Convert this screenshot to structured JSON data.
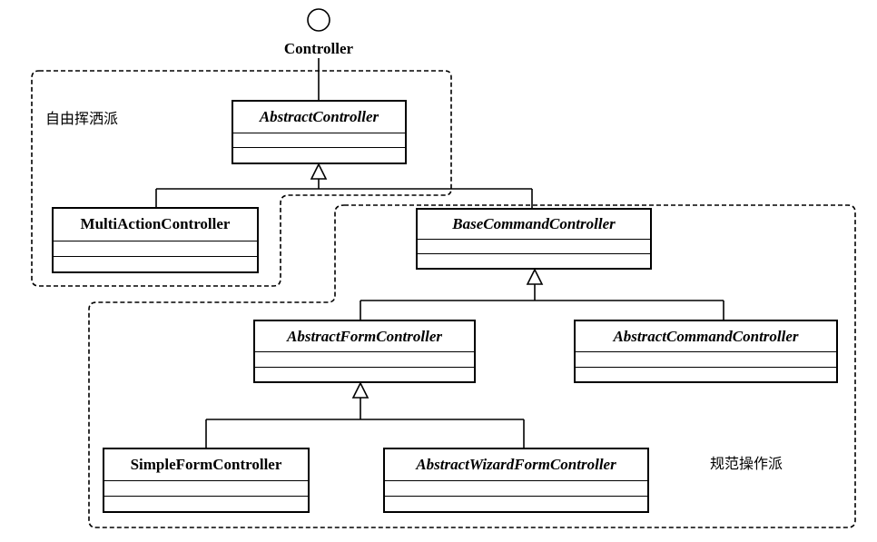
{
  "interface": {
    "name": "Controller"
  },
  "groups": {
    "free_style": {
      "label": "自由挥洒派"
    },
    "standard_style": {
      "label": "规范操作派"
    }
  },
  "classes": {
    "abstract_controller": {
      "name": "AbstractController",
      "abstract": true
    },
    "multi_action_controller": {
      "name": "MultiActionController",
      "abstract": false
    },
    "base_command_controller": {
      "name": "BaseCommandController",
      "abstract": true
    },
    "abstract_form_controller": {
      "name": "AbstractFormController",
      "abstract": true
    },
    "abstract_command_controller": {
      "name": "AbstractCommandController",
      "abstract": true
    },
    "simple_form_controller": {
      "name": "SimpleFormController",
      "abstract": false
    },
    "abstract_wizard_form_controller": {
      "name": "AbstractWizardFormController",
      "abstract": true
    }
  },
  "relations": [
    {
      "from": "interface",
      "to": "abstract_controller",
      "type": "realization"
    },
    {
      "from": "multi_action_controller",
      "to": "abstract_controller",
      "type": "inheritance"
    },
    {
      "from": "base_command_controller",
      "to": "abstract_controller",
      "type": "inheritance"
    },
    {
      "from": "abstract_form_controller",
      "to": "base_command_controller",
      "type": "inheritance"
    },
    {
      "from": "abstract_command_controller",
      "to": "base_command_controller",
      "type": "inheritance"
    },
    {
      "from": "simple_form_controller",
      "to": "abstract_form_controller",
      "type": "inheritance"
    },
    {
      "from": "abstract_wizard_form_controller",
      "to": "abstract_form_controller",
      "type": "inheritance"
    }
  ]
}
